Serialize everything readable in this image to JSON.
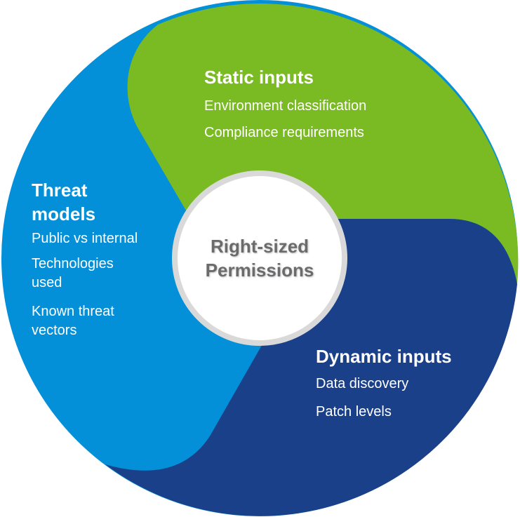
{
  "colors": {
    "static": "#7aba22",
    "threat": "#0490d8",
    "dynamic": "#1b408a",
    "center_border": "#d9d9d9"
  },
  "center": {
    "line1": "Right-sized",
    "line2": "Permissions"
  },
  "static_inputs": {
    "title": "Static inputs",
    "items": [
      "Environment classification",
      "Compliance requirements"
    ]
  },
  "threat_models": {
    "title_line1": "Threat",
    "title_line2": "models",
    "items": [
      "Public vs internal",
      "Technologies used",
      "Known threat vectors"
    ]
  },
  "dynamic_inputs": {
    "title": "Dynamic inputs",
    "items": [
      "Data discovery",
      "Patch levels"
    ]
  }
}
